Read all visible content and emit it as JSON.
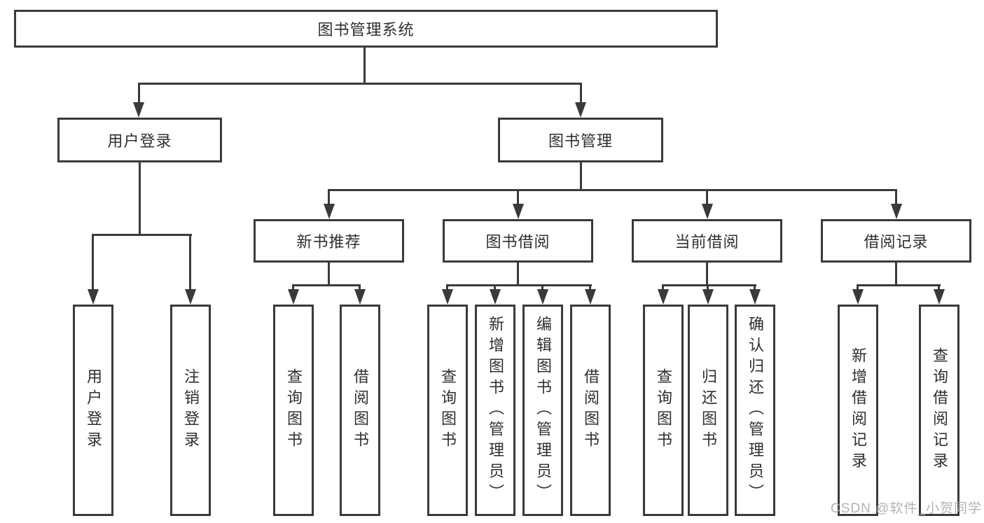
{
  "diagram": {
    "root": {
      "label": "图书管理系统"
    },
    "level2": [
      {
        "label": "用户登录"
      },
      {
        "label": "图书管理"
      }
    ],
    "level3": [
      {
        "label": "新书推荐"
      },
      {
        "label": "图书借阅"
      },
      {
        "label": "当前借阅"
      },
      {
        "label": "借阅记录"
      }
    ],
    "leaves": {
      "user_login": [
        {
          "label": "用户登录"
        },
        {
          "label": "注销登录"
        }
      ],
      "new_books": [
        {
          "label": "查询图书"
        },
        {
          "label": "借阅图书"
        }
      ],
      "book_borrow": [
        {
          "label": "查询图书"
        },
        {
          "label": "新增图书（管理员）"
        },
        {
          "label": "编辑图书（管理员）"
        },
        {
          "label": "借阅图书"
        }
      ],
      "current_borrow": [
        {
          "label": "查询图书"
        },
        {
          "label": "归还图书"
        },
        {
          "label": "确认归还（管理员）"
        }
      ],
      "borrow_records": [
        {
          "label": "新增借阅记录"
        },
        {
          "label": "查询借阅记录"
        }
      ]
    },
    "watermark": "CSDN @软件_小贺同学",
    "colors": {
      "line": "#3a3a3a",
      "text": "#2f2f2f",
      "watermark": "#a8acb1",
      "background": "#ffffff"
    }
  }
}
